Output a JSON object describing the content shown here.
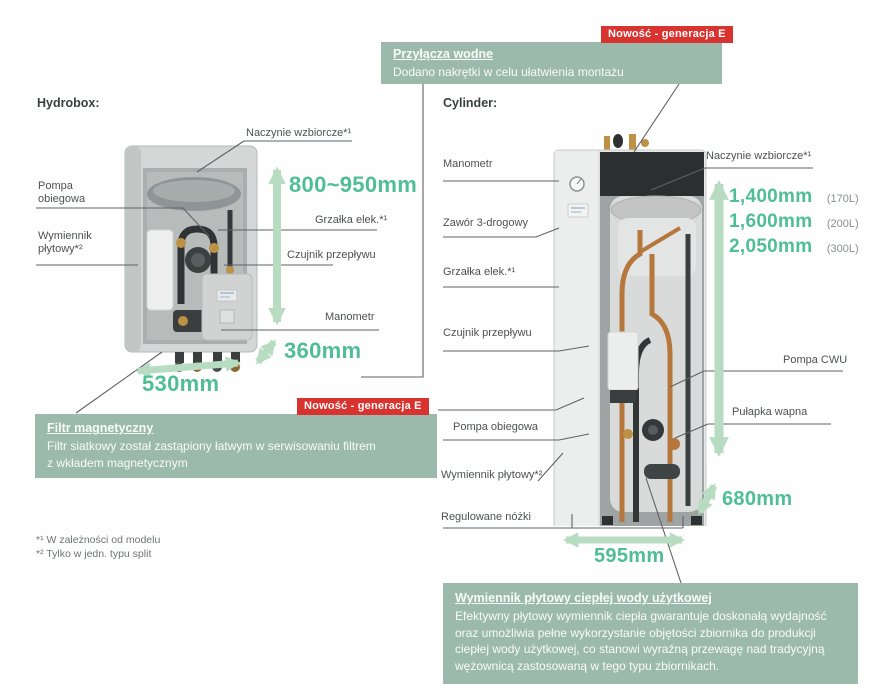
{
  "colors": {
    "callout_green": "#9cbaab",
    "badge_red": "#d8332e",
    "dimension_green": "#4fbe95",
    "arrow_green": "#b7dcc1",
    "leader_gray": "#5f6265"
  },
  "callouts": {
    "top": {
      "badge": "Nowość - generacja E",
      "title": "Przyłącza wodne",
      "body": "Dodano nakrętki w celu ułatwienia montażu"
    },
    "filter": {
      "badge": "Nowość - generacja E",
      "title": "Filtr magnetyczny",
      "body_lines": [
        "Filtr siatkowy został zastąpiony łatwym w serwisowaniu filtrem",
        "z wkładem magnetycznym"
      ]
    },
    "bottom": {
      "title": "Wymiennik płytowy ciepłej wody użytkowej",
      "body": "Efektywny płytowy wymiennik ciepła gwarantuje doskonałą wydajność oraz umożliwia pełne wykorzystanie objętości zbiornika do produkcji ciepłej wody użytkowej, co stanowi wyraźną przewagę nad tradycyjną wężownicą zastosowaną w tego typu zbiornikach."
    }
  },
  "hydrobox": {
    "heading": "Hydrobox:",
    "labels": {
      "pompa_obiegowa": "Pompa obiegowa",
      "wymiennik_plytowy": "Wymiennik płytowy*²",
      "naczynie_wzbiorcze": "Naczynie wzbiorcze*¹",
      "grzalka_elek": "Grzałka elek.*¹",
      "czujnik_przeplywu": "Czujnik przepływu",
      "manometr": "Manometr"
    },
    "dims": {
      "height": "800~950mm",
      "depth": "360mm",
      "width": "530mm"
    }
  },
  "cylinder": {
    "heading": "Cylinder:",
    "labels": {
      "manometr": "Manometr",
      "zawor_3drogowy": "Zawór 3-drogowy",
      "grzalka_elek": "Grzałka elek.*¹",
      "czujnik_przeplywu": "Czujnik przepływu",
      "pompa_obiegowa": "Pompa obiegowa",
      "wymiennik_plytowy": "Wymiennik płytowy*²",
      "regulowane_nozki": "Regulowane nóżki",
      "naczynie_wzbiorcze": "Naczynie wzbiorcze*¹",
      "pompa_cwu": "Pompa CWU",
      "pulapka_wapna": "Pułapka wapna"
    },
    "dims": {
      "heights": [
        {
          "value": "1,400mm",
          "note": "(170L)"
        },
        {
          "value": "1,600mm",
          "note": "(200L)"
        },
        {
          "value": "2,050mm",
          "note": "(300L)"
        }
      ],
      "depth": "680mm",
      "width": "595mm"
    }
  },
  "footnotes": [
    "*¹ W zależności od modelu",
    "*² Tylko w jedn. typu split"
  ]
}
